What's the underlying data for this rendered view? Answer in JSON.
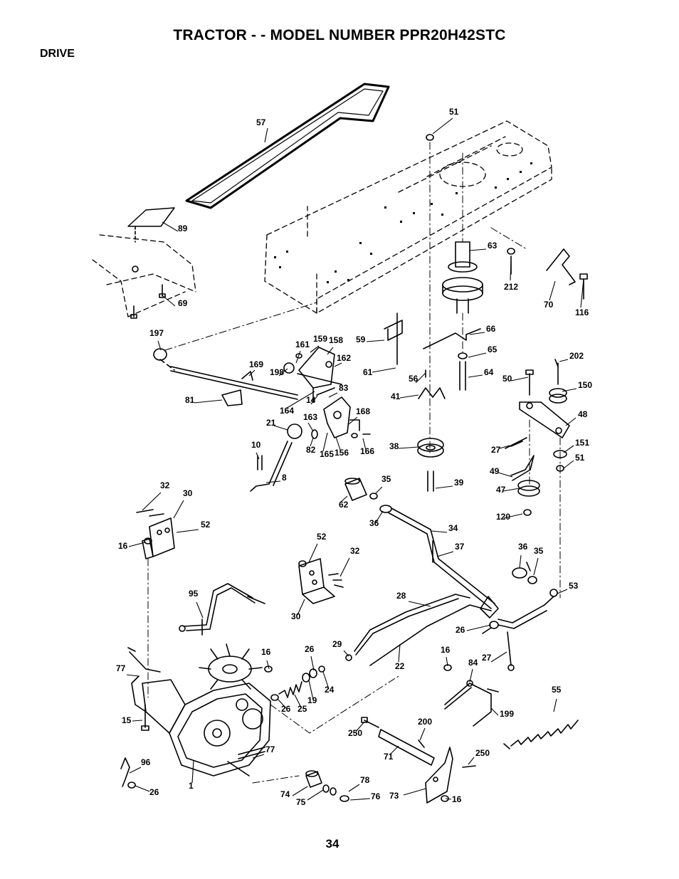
{
  "page": {
    "title": "TRACTOR - - MODEL NUMBER PPR20H42STC",
    "section": "DRIVE",
    "page_number": "34"
  },
  "callouts": [
    "57",
    "51",
    "89",
    "63",
    "212",
    "70",
    "116",
    "69",
    "197",
    "161",
    "159",
    "158",
    "59",
    "66",
    "65",
    "202",
    "169",
    "198",
    "162",
    "61",
    "56",
    "64",
    "50",
    "150",
    "81",
    "164",
    "14",
    "83",
    "41",
    "48",
    "163",
    "168",
    "21",
    "82",
    "165",
    "156",
    "166",
    "38",
    "27",
    "151",
    "51",
    "10",
    "8",
    "49",
    "39",
    "47",
    "32",
    "30",
    "62",
    "35",
    "120",
    "52",
    "16",
    "36",
    "34",
    "52",
    "32",
    "37",
    "36",
    "35",
    "53",
    "95",
    "30",
    "28",
    "26",
    "29",
    "16",
    "26",
    "77",
    "16",
    "84",
    "27",
    "22",
    "24",
    "19",
    "25",
    "26",
    "55",
    "15",
    "199",
    "200",
    "250",
    "71",
    "250",
    "96",
    "77",
    "1",
    "26",
    "78",
    "74",
    "75",
    "76",
    "73",
    "16"
  ]
}
